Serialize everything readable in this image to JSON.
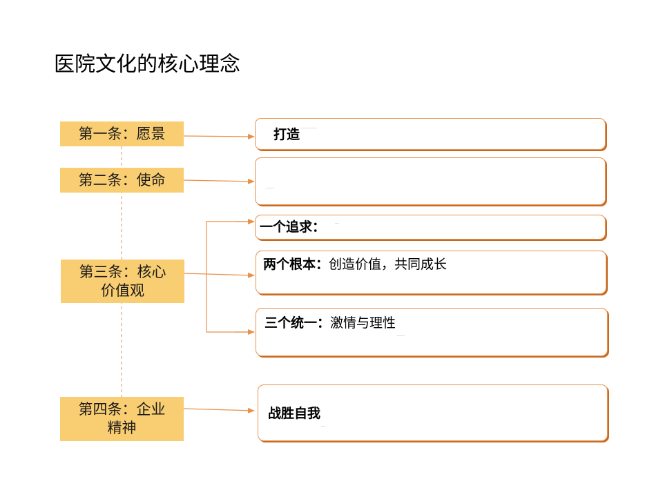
{
  "title": "医院文化的核心理念",
  "labels": {
    "vision": "第一条：愿景",
    "mission": "第二条：使命",
    "core_values": "第三条：核心\n价值观",
    "spirit": "第四条：企业\n精神"
  },
  "contents": {
    "vision": {
      "bold": "打造",
      "rest": "",
      "dots": "…………"
    },
    "mission": {
      "bold": "",
      "rest": "",
      "dots": "……"
    },
    "pursuit": {
      "bold": "一个追求：",
      "rest": "",
      "dots": "…"
    },
    "roots": {
      "bold": "两个根本：",
      "rest": "创造价值，共同成长",
      "dots": ""
    },
    "unity": {
      "bold": "三个统一：",
      "rest": "激情与理性",
      "dots": "……"
    },
    "spirit": {
      "bold": "战胜自我",
      "rest": "",
      "dots": "…"
    }
  },
  "colors": {
    "label_fill": "#f9cd72",
    "connector": "#e8914a",
    "box_border": "#e8914a",
    "box_shadow": "#c76a24"
  }
}
